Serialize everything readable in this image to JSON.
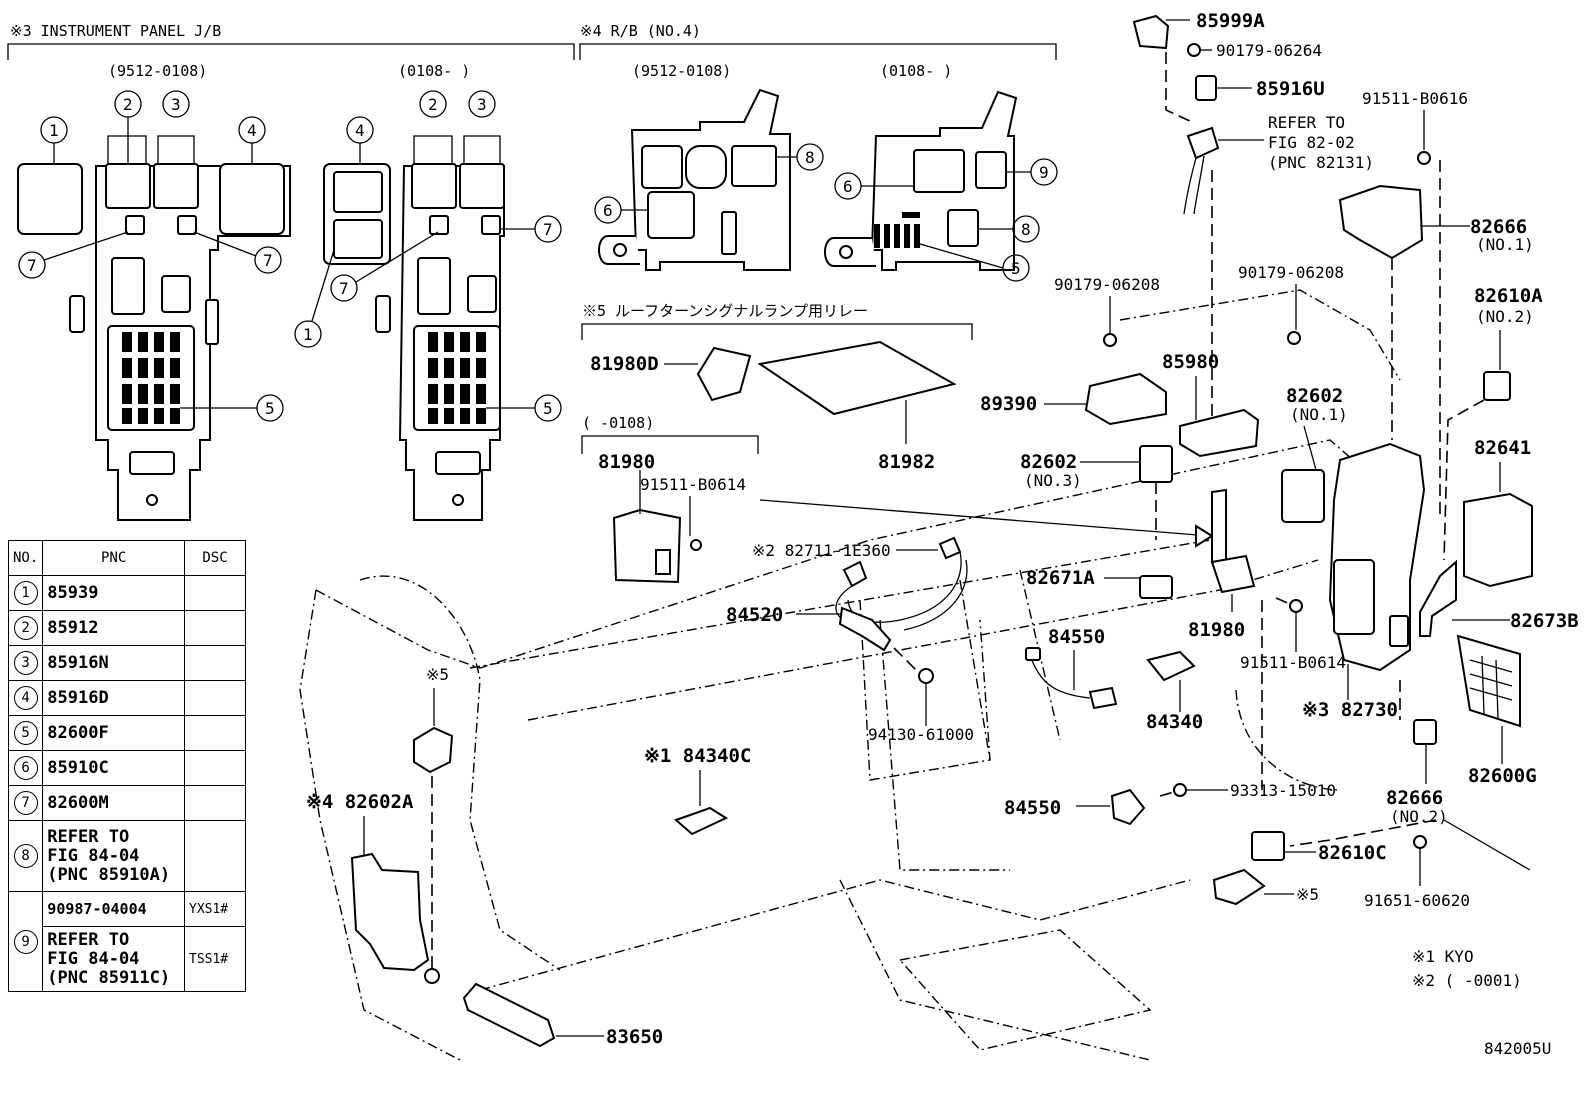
{
  "headers": {
    "instrument_panel": "※3  INSTRUMENT PANEL J/B",
    "rb": "※4   R/B (NO.4)",
    "roof_relay": "※5 ルーフターンシグナルランプ用リレー",
    "date_a": "(9512-0108)",
    "date_b": "(0108-     )",
    "date_c": "(9512-0108)",
    "date_d": "(0108-     )",
    "date_e": "(     -0108)"
  },
  "callouts": [
    "1",
    "2",
    "3",
    "4",
    "5",
    "6",
    "7",
    "8",
    "9"
  ],
  "part_labels": {
    "p85999A": "85999A",
    "p90179_06264": "90179-06264",
    "p85916U": "85916U",
    "refer_to": "REFER TO",
    "fig_82_02": "FIG 82-02",
    "pnc_82131": "(PNC 82131)",
    "p91511_B0616": "91511-B0616",
    "p82666_no1": "82666",
    "no1_a": "(NO.1)",
    "p90179_06208_a": "90179-06208",
    "p90179_06208_b": "90179-06208",
    "p82610A": "82610A",
    "no2_a": "(NO.2)",
    "p81980D": "81980D",
    "p85980": "85980",
    "p89390": "89390",
    "p82602_no1": "82602",
    "no1_b": "(NO.1)",
    "p82641": "82641",
    "p81982": "81982",
    "p82602_no3": "82602",
    "no3": "(NO.3)",
    "p81980": "81980",
    "p91511_B0614_a": "91511-B0614",
    "p82711": "※2 82711-1E360",
    "p82671A": "82671A",
    "p81980_b": "81980",
    "p84520": "84520",
    "p84550_a": "84550",
    "p82673B": "82673B",
    "p91511_B0614_b": "91511-B0614",
    "p84340": "84340",
    "p82730": "※3 82730",
    "p82600G": "82600G",
    "p94130": "94130-61000",
    "p84340C": "※1 84340C",
    "p84550_b": "84550",
    "p93313": "93313-15010",
    "p82666_no2": "82666",
    "no2_b": "(NO.2)",
    "p82602A": "※4 82602A",
    "p82610C": "82610C",
    "star5_a": "※5",
    "star5_b": "※5",
    "p91651": "91651-60620",
    "p83650": "83650",
    "note1": "※1 KYO",
    "note2": "※2 (     -0001)",
    "figure_id": "842005U"
  },
  "table": {
    "headers": [
      "NO.",
      "PNC",
      "DSC"
    ],
    "rows": [
      {
        "no": "1",
        "pnc": "85939",
        "dsc": ""
      },
      {
        "no": "2",
        "pnc": "85912",
        "dsc": ""
      },
      {
        "no": "3",
        "pnc": "85916N",
        "dsc": ""
      },
      {
        "no": "4",
        "pnc": "85916D",
        "dsc": ""
      },
      {
        "no": "5",
        "pnc": "82600F",
        "dsc": ""
      },
      {
        "no": "6",
        "pnc": "85910C",
        "dsc": ""
      },
      {
        "no": "7",
        "pnc": "82600M",
        "dsc": ""
      }
    ],
    "row8": {
      "no": "8",
      "line1": "REFER TO",
      "line2": "FIG 84-04",
      "line3": "(PNC 85910A)",
      "dsc": ""
    },
    "row9": {
      "no": "9",
      "pnc": "90987-04004",
      "dsc_a": "YXS1#",
      "line1": "REFER TO",
      "line2": "FIG 84-04",
      "line3": "(PNC 85911C)",
      "dsc_b": "TSS1#"
    }
  }
}
